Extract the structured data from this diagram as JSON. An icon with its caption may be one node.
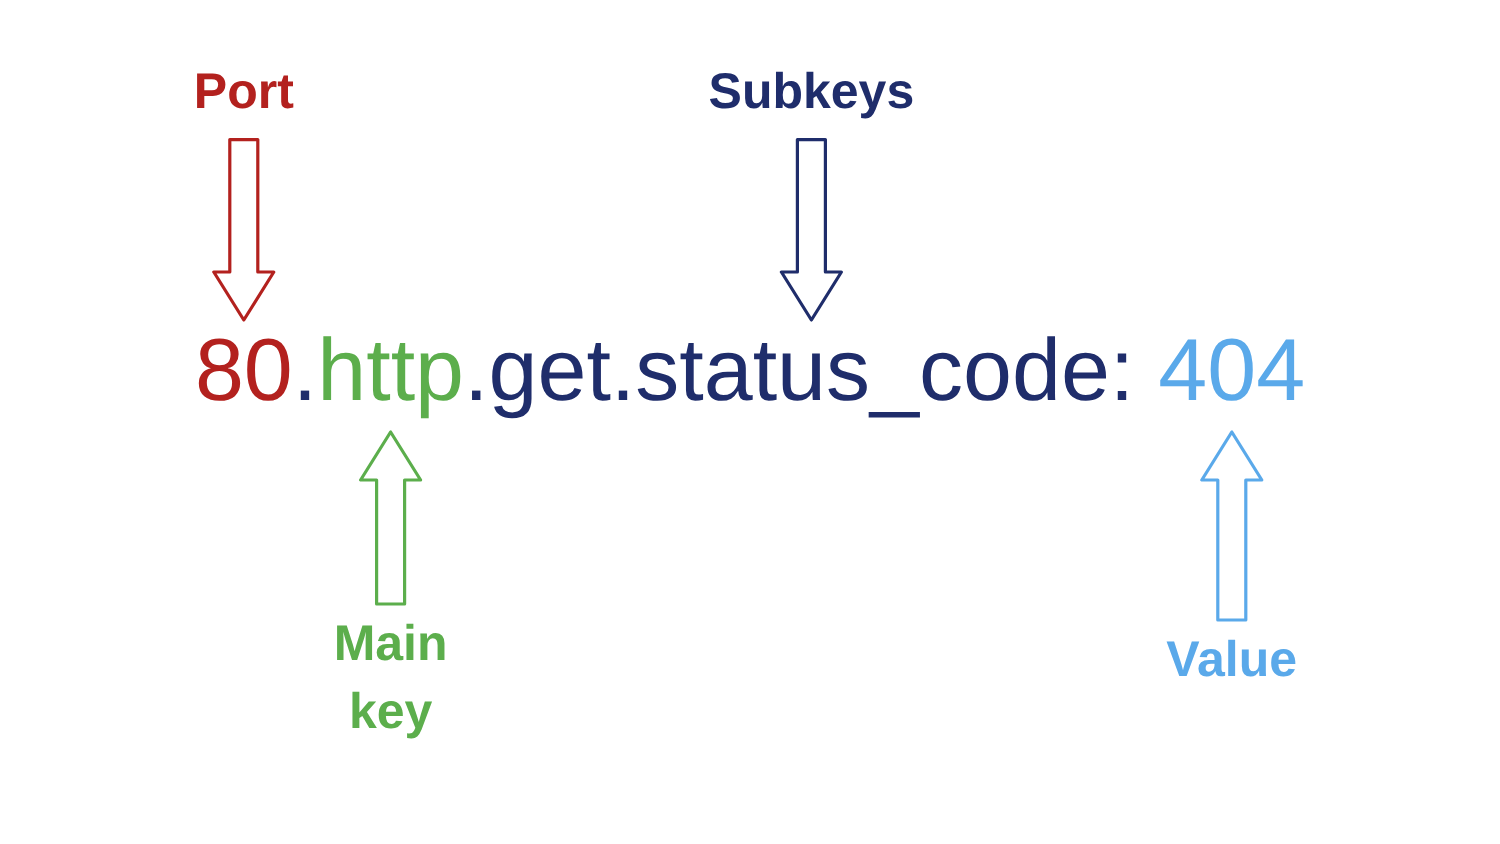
{
  "diagram": {
    "nodes": [
      {
        "text": [
          "Port"
        ]
      },
      {
        "text": [
          "Subkeys"
        ]
      },
      {
        "text": [
          "80"
        ]
      },
      {
        "text": [
          "http"
        ]
      },
      {
        "text": [
          "get.status_code:"
        ]
      },
      {
        "text": [
          "404"
        ]
      },
      {
        "text": [
          "Main key"
        ]
      },
      {
        "text": [
          "Value"
        ]
      }
    ],
    "edges": [
      {
        "from": 0,
        "to": 2,
        "arrow": "to",
        "color": "#b3211e"
      },
      {
        "from": 1,
        "to": 4,
        "arrow": "to",
        "color": "#1f2d6b"
      },
      {
        "from": 6,
        "to": 3,
        "arrow": "to",
        "color": "#5cae4c"
      },
      {
        "from": 7,
        "to": 5,
        "arrow": "to",
        "color": "#5aa9ea"
      }
    ],
    "labels": [
      ".",
      "."
    ]
  }
}
